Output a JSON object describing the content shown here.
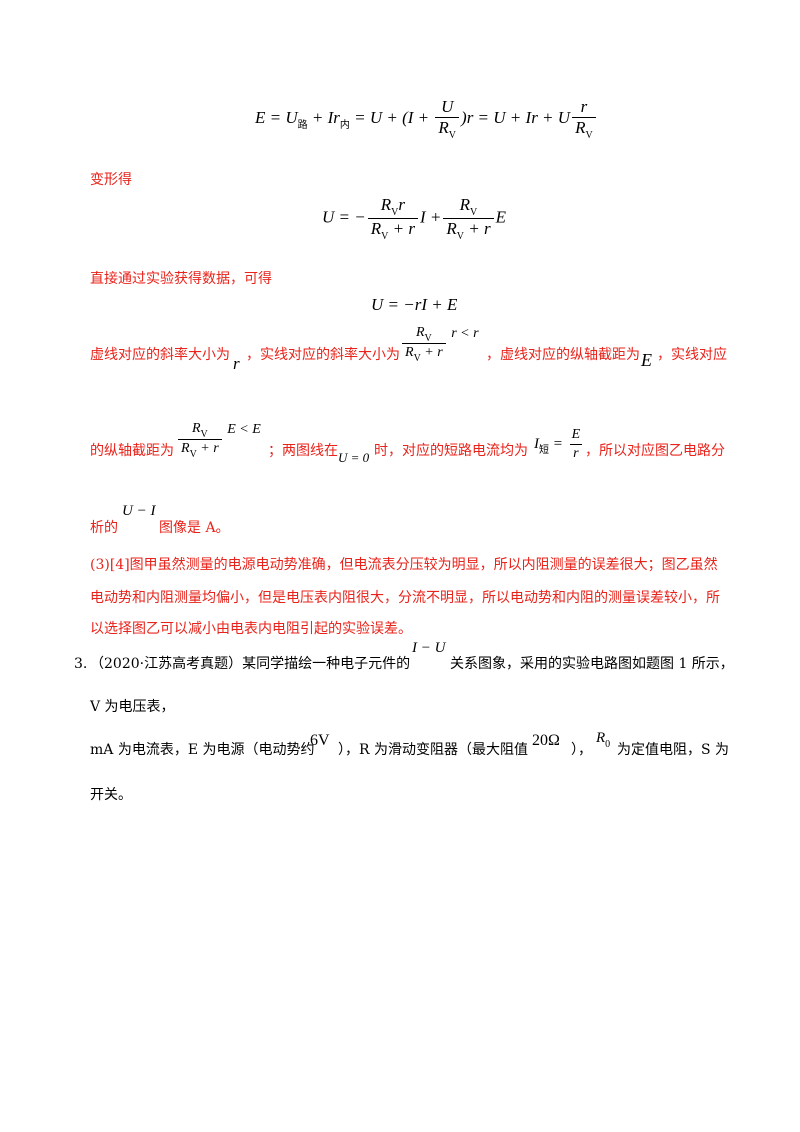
{
  "equations": {
    "eq1_parts": [
      "E = U",
      "路",
      " + Ir",
      "内",
      " = U + (I + ",
      "U",
      "R",
      "V",
      ")r = U + Ir + U",
      "r",
      "R",
      "V"
    ],
    "eq2": {
      "lhs": "U = −",
      "n1": "R",
      "n1s": "V",
      "n1b": "r",
      "d1": "R",
      "d1s": "V",
      "d1b": " + r",
      "mid": "I +",
      "n2": "R",
      "n2s": "V",
      "d2": "R",
      "d2s": "V",
      "d2b": " + r",
      "end": "E"
    },
    "eq3": "U = −rI + E"
  },
  "paragraphs": {
    "deform": "变形得",
    "direct": "直接通过实验获得数据，可得",
    "line_a_1": "虚线对应的斜率大小为",
    "line_a_r": "r",
    "line_a_2": "，实线对应的斜率大小为",
    "line_a_3": "，虚线对应的纵轴截距为",
    "line_a_E": "E",
    "line_a_4": "，实线对应",
    "line_b_1": "的纵轴截距为",
    "line_b_2": "；两图线在",
    "line_b_u0": "U = 0",
    "line_b_3": "时，对应的短路电流均为",
    "line_b_4": "，所以对应图乙电路分",
    "line_c_1": "析的",
    "line_c_ui": "U − I",
    "line_c_2": "图像是 A。",
    "p3_l1": "(3)[4]图甲虽然测量的电源电动势准确，但电流表分压较为明显，所以内阻测量的误差很大；图乙虽然",
    "p3_l2": "电动势和内阻测量均偏小，但是电压表内阻很大，分流不明显，所以电动势和内阻的测量误差较小，所",
    "p3_l3": "以选择图乙可以减小由电表内电阻引起的实验误差。"
  },
  "question3": {
    "number": "3.",
    "l1_a": "（2020·江苏高考真题）某同学描绘一种电子元件的",
    "l1_iu": "I − U",
    "l1_b": "关系图象，采用的实验电路图如题图 1 所示，",
    "l2": "V 为电压表，",
    "l3_a": "mA 为电流表，E 为电源（电动势约",
    "l3_6v": "6V",
    "l3_b": "），R 为滑动变阻器（最大阻值",
    "l3_20": "20Ω",
    "l3_c": "），",
    "l3_r0": "R",
    "l3_r0s": "0",
    "l3_d": "为定值电阻，S 为",
    "l4": "开关。"
  },
  "colors": {
    "answer_red": "#e8231b",
    "text_black": "#000000"
  }
}
